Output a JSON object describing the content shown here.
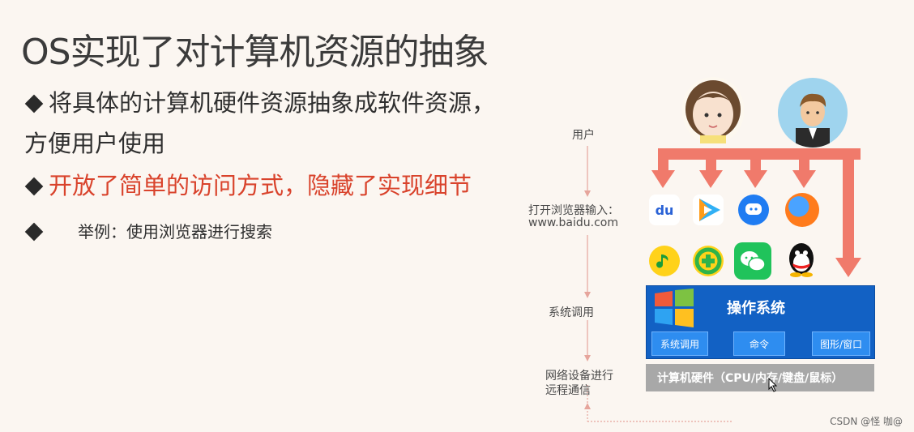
{
  "slide": {
    "title": "OS实现了对计算机资源的抽象",
    "bullet1_line1": "将具体的计算机硬件资源抽象成软件资源，",
    "bullet1_line2": "方便用户使用",
    "bullet2": "开放了简单的访问方式，隐藏了实现细节",
    "bullet3": "举例：使用浏览器进行搜索"
  },
  "diagram": {
    "user_label": "用户",
    "browser_label_line1": "打开浏览器输入：",
    "browser_label_line2": "www.baidu.com",
    "syscall_label": "系统调用",
    "network_label_line1": "网络设备进行",
    "network_label_line2": "远程通信",
    "os_title": "操作系统",
    "os_buttons": [
      "系统调用",
      "命令",
      "图形/窗口"
    ],
    "hardware_label": "计算机硬件（CPU/内存/键盘/鼠标）",
    "apps_row1": [
      "baidu-icon",
      "tencent-video-icon",
      "chat-bubble-icon",
      "firefox-icon"
    ],
    "apps_row2": [
      "qq-music-icon",
      "360-icon",
      "wechat-icon",
      "qq-icon"
    ],
    "baidu_text": "du",
    "colors": {
      "arrow": "#f07a6b",
      "os_blue": "#1261c4",
      "red_text": "#d9432c"
    }
  },
  "watermark": "CSDN @怪 咖@"
}
